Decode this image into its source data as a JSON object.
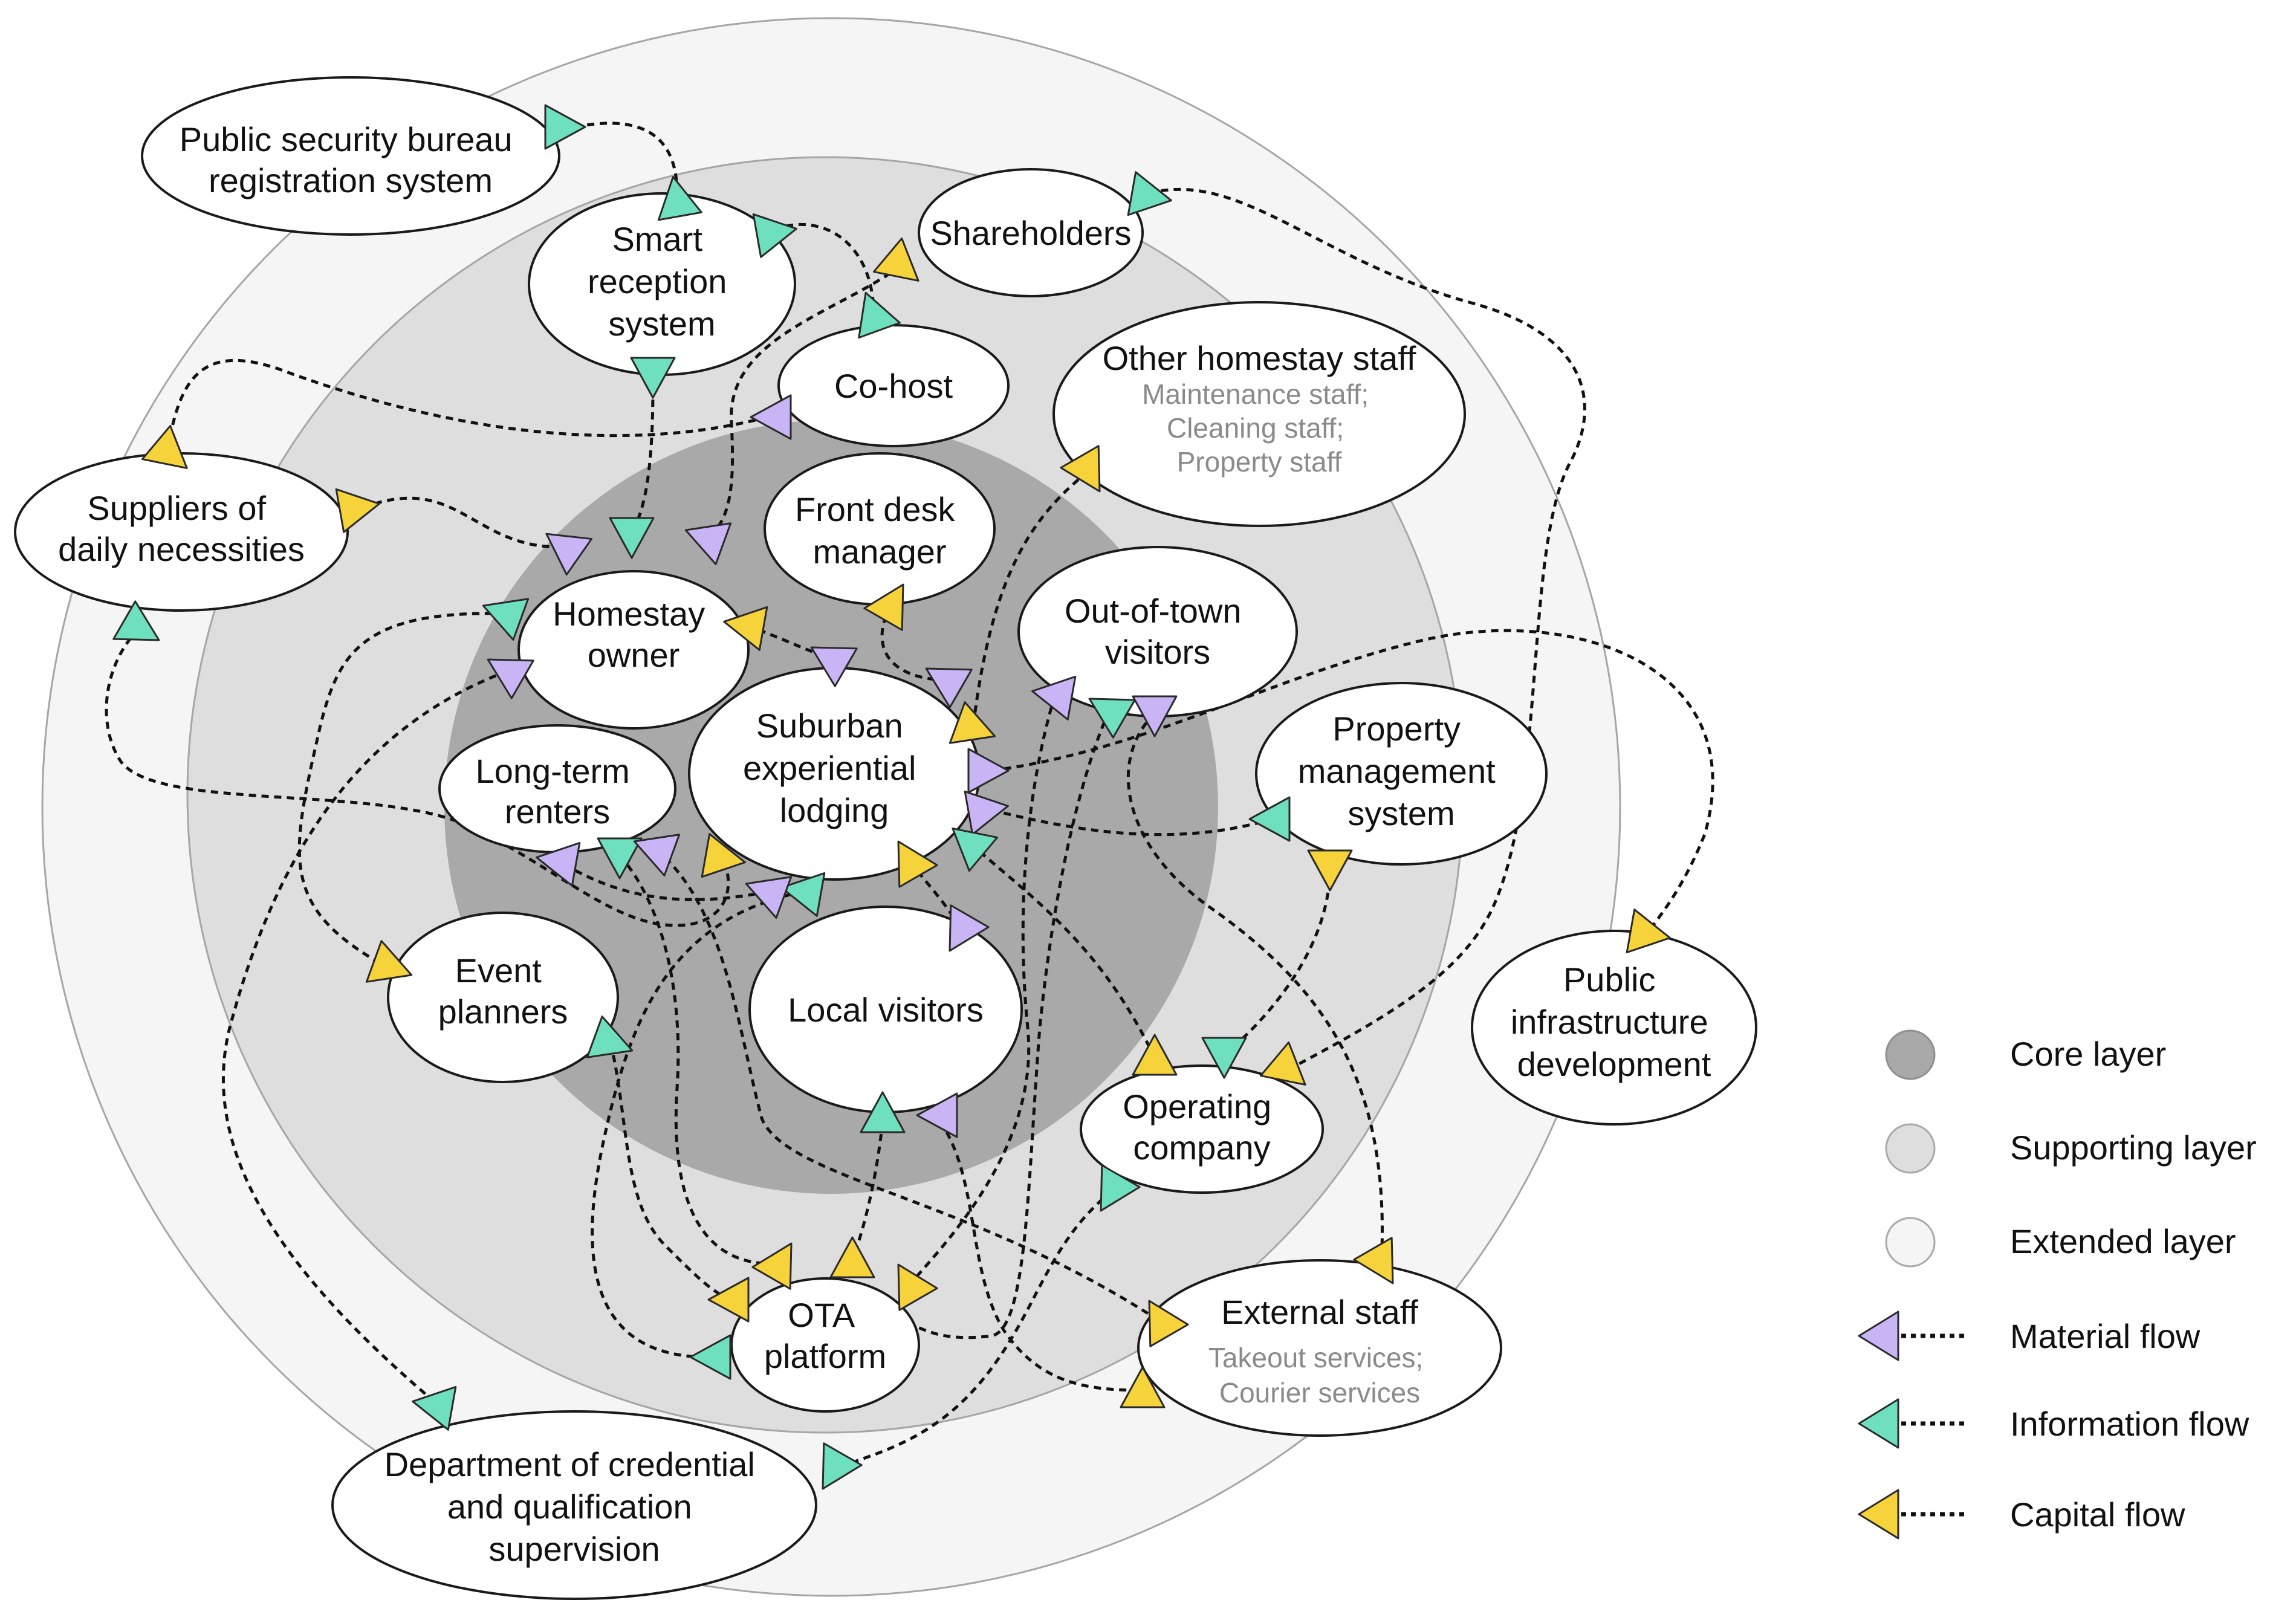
{
  "colors": {
    "core_layer": "#a9a9a9",
    "supporting_layer": "#dedede",
    "extended_layer": "#f5f5f5",
    "material": "#c9b5f5",
    "information": "#6fe0bf",
    "capital": "#f6d33a"
  },
  "nodes": {
    "public_security": [
      "Public security bureau",
      "registration system"
    ],
    "smart_reception": [
      "Smart",
      "reception",
      "system"
    ],
    "shareholders": [
      "Shareholders"
    ],
    "cohost": [
      "Co-host"
    ],
    "other_staff": {
      "title": "Other homestay staff",
      "details": [
        "Maintenance staff;",
        "Cleaning staff;",
        "Property staff"
      ]
    },
    "suppliers": [
      "Suppliers of",
      "daily necessities"
    ],
    "front_desk": [
      "Front desk",
      "manager"
    ],
    "homestay_owner": [
      "Homestay",
      "owner"
    ],
    "out_of_town": [
      "Out-of-town",
      "visitors"
    ],
    "suburban": [
      "Suburban",
      "experiential",
      "lodging"
    ],
    "long_term": [
      "Long-term",
      "renters"
    ],
    "property_system": [
      "Property",
      "management",
      "system"
    ],
    "public_infra": [
      "Public",
      "infrastructure",
      "development"
    ],
    "event_planners": [
      "Event",
      "planners"
    ],
    "local_visitors": [
      "Local visitors"
    ],
    "operating_company": [
      "Operating",
      "company"
    ],
    "ota": [
      "OTA",
      "platform"
    ],
    "external_staff": {
      "title": "External staff",
      "details": [
        "Takeout services;",
        "Courier services"
      ]
    },
    "department": [
      "Department of credential",
      "and qualification",
      "supervision"
    ]
  },
  "legend": {
    "core": "Core layer",
    "supporting": "Supporting layer",
    "extended": "Extended layer",
    "material": "Material flow",
    "information": "Information flow",
    "capital": "Capital flow"
  },
  "arrows": [
    [
      "information",
      930,
      210,
      180
    ],
    [
      "information",
      1120,
      330,
      80
    ],
    [
      "information",
      1280,
      385,
      170
    ],
    [
      "information",
      1445,
      520,
      70
    ],
    [
      "information",
      1900,
      325,
      190
    ],
    [
      "capital",
      1490,
      440,
      220
    ],
    [
      "information",
      1080,
      620,
      -90
    ],
    [
      "capital",
      280,
      750,
      220
    ],
    [
      "material",
      1280,
      690,
      0
    ],
    [
      "capital",
      590,
      840,
      170
    ],
    [
      "material",
      935,
      905,
      35
    ],
    [
      "information",
      1045,
      885,
      -90
    ],
    [
      "material",
      1170,
      890,
      20
    ],
    [
      "capital",
      1800,
      780,
      240
    ],
    [
      "capital",
      1475,
      1000,
      120
    ],
    [
      "information",
      835,
      1015,
      20
    ],
    [
      "information",
      230,
      1040,
      210
    ],
    [
      "material",
      840,
      1110,
      30
    ],
    [
      "capital",
      1235,
      1035,
      10
    ],
    [
      "material",
      1375,
      1090,
      30
    ],
    [
      "material",
      1565,
      1125,
      30
    ],
    [
      "capital",
      1610,
      1205,
      200
    ],
    [
      "material",
      1745,
      1150,
      10
    ],
    [
      "information",
      1835,
      1175,
      30
    ],
    [
      "material",
      1910,
      1180,
      -90
    ],
    [
      "material",
      1630,
      1275,
      180
    ],
    [
      "material",
      1630,
      1340,
      170
    ],
    [
      "information",
      2105,
      1355,
      0
    ],
    [
      "capital",
      1195,
      1420,
      190
    ],
    [
      "information",
      1025,
      1415,
      -90
    ],
    [
      "material",
      925,
      1425,
      10
    ],
    [
      "material",
      1085,
      1405,
      20
    ],
    [
      "capital",
      1505,
      1425,
      60
    ],
    [
      "information",
      1605,
      1395,
      40
    ],
    [
      "information",
      1330,
      1475,
      10
    ],
    [
      "material",
      1270,
      1475,
      20
    ],
    [
      "material",
      1590,
      1540,
      -60
    ],
    [
      "capital",
      2200,
      1435,
      -90
    ],
    [
      "capital",
      2725,
      1545,
      190
    ],
    [
      "capital",
      645,
      1600,
      200
    ],
    [
      "capital",
      1910,
      1750,
      90
    ],
    [
      "information",
      2025,
      1745,
      -90
    ],
    [
      "capital",
      2130,
      1770,
      220
    ],
    [
      "information",
      1010,
      1725,
      200
    ],
    [
      "information",
      1460,
      1845,
      90
    ],
    [
      "material",
      1555,
      1845,
      0
    ],
    [
      "information",
      1840,
      1970,
      -60
    ],
    [
      "capital",
      1290,
      2090,
      120
    ],
    [
      "capital",
      1410,
      2085,
      90
    ],
    [
      "capital",
      1505,
      2125,
      60
    ],
    [
      "capital",
      1210,
      2150,
      0
    ],
    [
      "capital",
      2285,
      2090,
      240
    ],
    [
      "capital",
      1920,
      2185,
      60
    ],
    [
      "capital",
      1890,
      2300,
      90
    ],
    [
      "information",
      1180,
      2245,
      0
    ],
    [
      "information",
      720,
      2325,
      10
    ],
    [
      "information",
      1380,
      2430,
      -60
    ]
  ]
}
